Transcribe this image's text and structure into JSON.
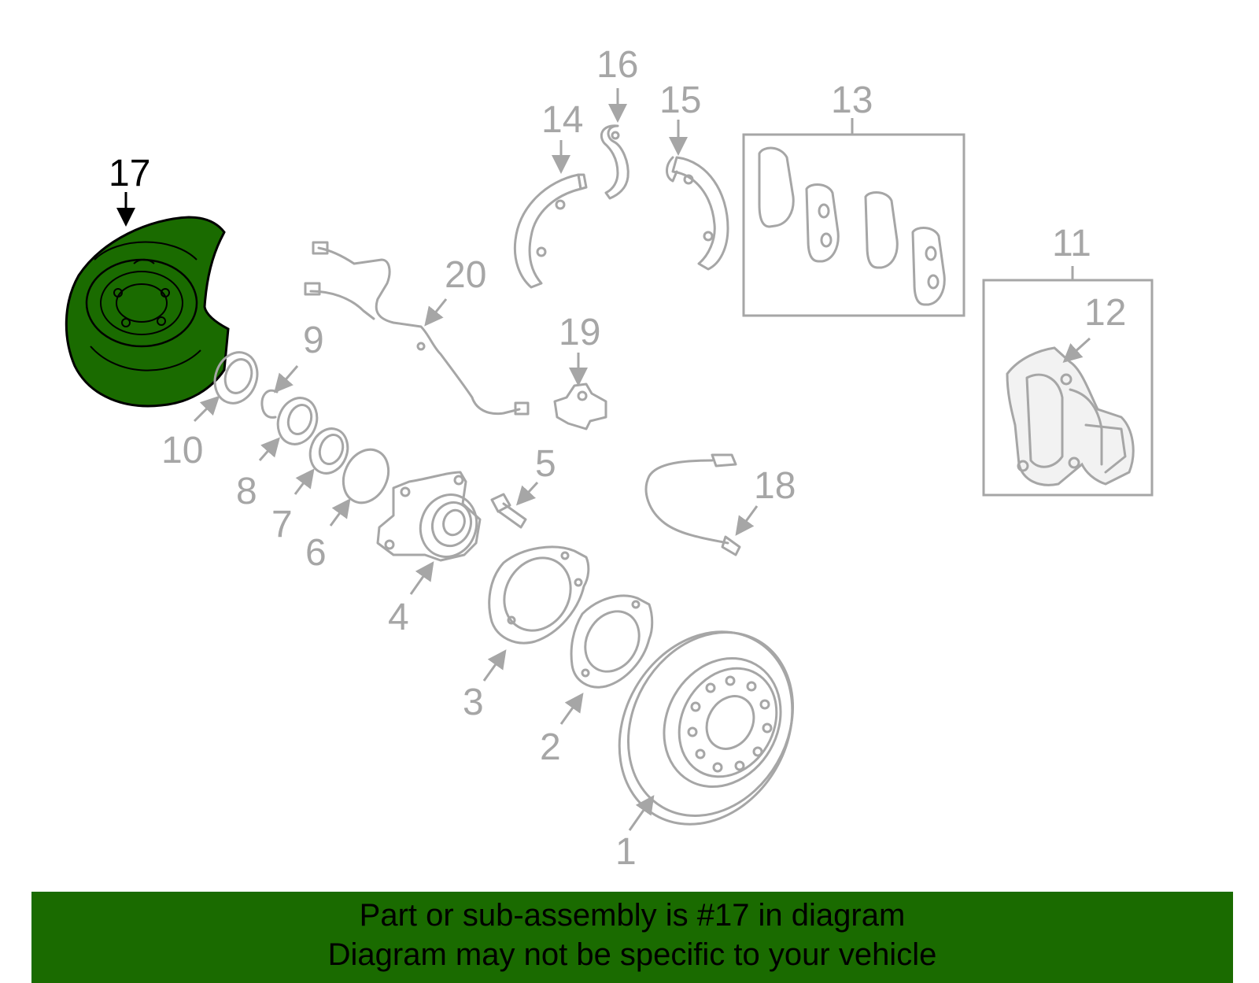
{
  "highlight": {
    "part": "17",
    "fill": "#1a6b00",
    "outline": "#000000"
  },
  "callouts": {
    "n1": "1",
    "n2": "2",
    "n3": "3",
    "n4": "4",
    "n5": "5",
    "n6": "6",
    "n7": "7",
    "n8": "8",
    "n9": "9",
    "n10": "10",
    "n11": "11",
    "n12": "12",
    "n13": "13",
    "n14": "14",
    "n15": "15",
    "n16": "16",
    "n17": "17",
    "n18": "18",
    "n19": "19",
    "n20": "20"
  },
  "banner": {
    "line1": "Part or sub-assembly is #17 in diagram",
    "line2": "Diagram may not be specific to your vehicle",
    "color": "#1a6b00"
  },
  "colors": {
    "linework": "#a6a6a6",
    "box_fill": "#f2f2f2"
  }
}
